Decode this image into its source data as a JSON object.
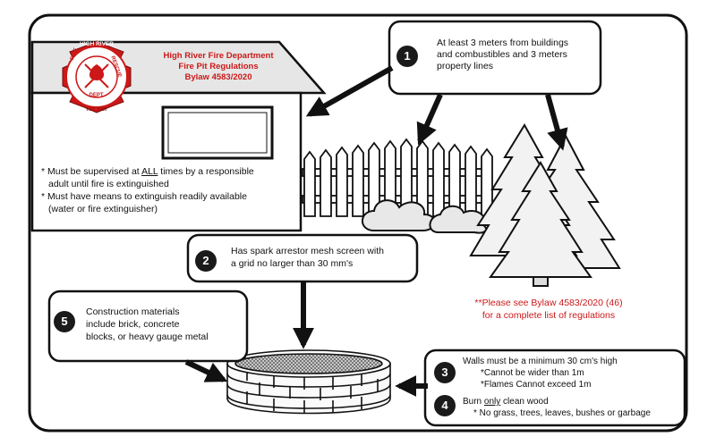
{
  "logo": {
    "top": "HIGH RIVER",
    "left": "FIRE",
    "right": "RESCUE",
    "bottom": "DEPT.",
    "est": "EST. 1906"
  },
  "header": {
    "line1": "High River Fire Department",
    "line2": "Fire Pit Regulations",
    "line3": "Bylaw 4583/2020"
  },
  "house_notes": {
    "note1_prefix": "* Must be supervised at ",
    "note1_emph": "ALL",
    "note1_suffix": " times by a responsible",
    "note1_line2": "adult until fire is extinguished",
    "note2_line1": "* Must have means to extinguish readily available",
    "note2_line2": "(water or fire extinguisher)"
  },
  "callouts": [
    {
      "number": "1",
      "line1": "At least 3 meters from buildings",
      "line2": "and combustibles and 3 meters",
      "line3": "property lines"
    },
    {
      "number": "2",
      "line1": "Has spark arrestor mesh screen with",
      "line2": "a grid no larger than 30 mm's"
    },
    {
      "number": "3",
      "line1": "Walls must be a minimum 30 cm's high",
      "line2": "*Cannot be wider than 1m",
      "line3": "*Flames Cannot exceed 1m"
    },
    {
      "number": "4",
      "prefix": "Burn ",
      "emph": "only",
      "suffix": " clean wood",
      "line2": "* No grass, trees, leaves, bushes or garbage"
    },
    {
      "number": "5",
      "line1": "Construction materials",
      "line2": "include brick, concrete",
      "line3": "blocks, or heavy gauge metal"
    }
  ],
  "note": {
    "line1": "**Please see Bylaw 4583/2020 (46)",
    "line2": "for a complete list of regulations"
  },
  "colors": {
    "accent_red": "#cc1818",
    "ink": "#111111",
    "badge": "#1a1a1a"
  }
}
